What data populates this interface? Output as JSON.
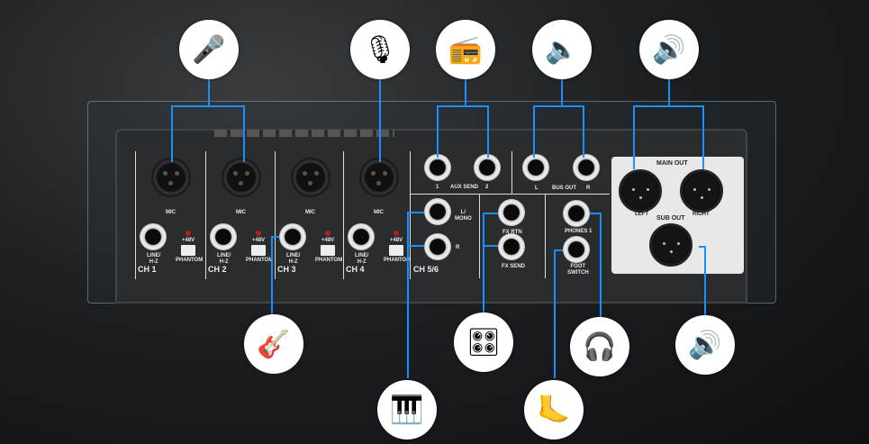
{
  "channels": [
    {
      "name": "CH 1",
      "mic": "MIC",
      "line": "LINE/\nH-Z",
      "phantom_top": "+48V",
      "phantom": "PHANTOM"
    },
    {
      "name": "CH 2",
      "mic": "MIC",
      "line": "LINE/\nH-Z",
      "phantom_top": "+48V",
      "phantom": "PHANTOM"
    },
    {
      "name": "CH 3",
      "mic": "MIC",
      "line": "LINE/\nH-Z",
      "phantom_top": "+48V",
      "phantom": "PHANTOM"
    },
    {
      "name": "CH 4",
      "mic": "MIC",
      "line": "LINE/\nH-Z",
      "phantom_top": "+48V",
      "phantom": "PHANTOM"
    }
  ],
  "ch56": {
    "name": "CH 5/6",
    "l": "L/\nMONO",
    "r": "R"
  },
  "aux": {
    "label": "AUX SEND",
    "one": "1",
    "two": "2"
  },
  "bus": {
    "label": "BUS OUT",
    "l": "L",
    "r": "R"
  },
  "fx": {
    "rtn": "FX RTN",
    "send": "FX SEND"
  },
  "phones": "PHONES 1",
  "foot": "FOOT\nSWITCH",
  "main": {
    "title": "MAIN OUT",
    "left": "LEFT",
    "right": "RIGHT",
    "sub": "SUB OUT"
  },
  "devices": [
    "wireless-microphone",
    "condenser-microphone",
    "wireless-in-ear-monitor",
    "stage-monitor-speaker",
    "bookshelf-speakers",
    "electric-guitar",
    "keyboard",
    "effects-pedal",
    "foot-switch",
    "headphones",
    "home-speaker-system"
  ],
  "colors": {
    "line": "#1b8fff",
    "panel": "#2b2c2e"
  }
}
